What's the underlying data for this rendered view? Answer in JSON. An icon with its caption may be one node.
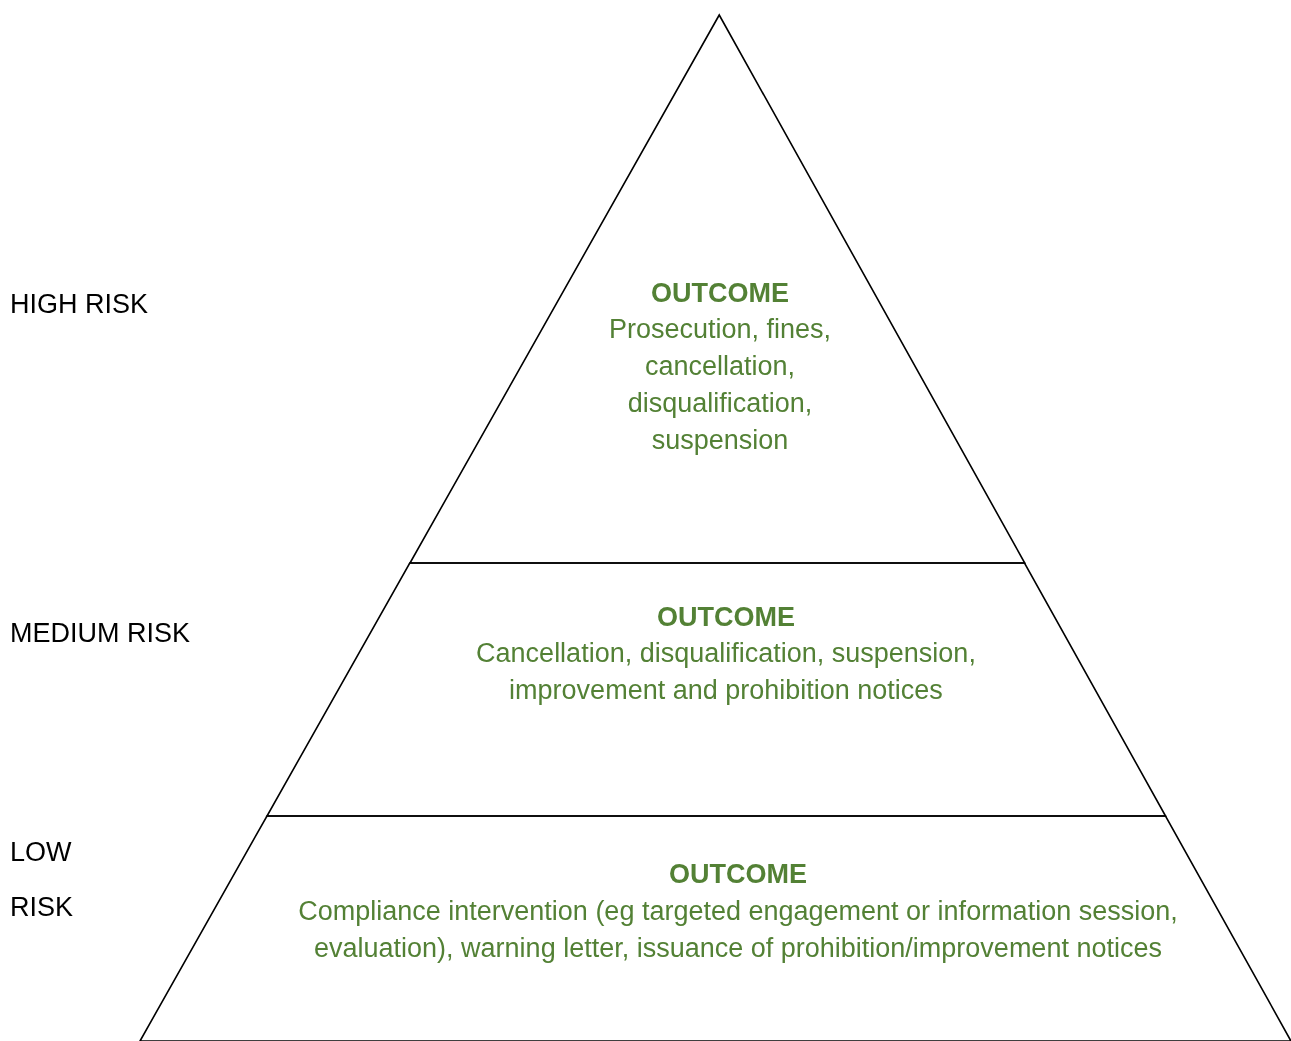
{
  "diagram": {
    "nodes": [
      {
        "text": [
          "OUTCOME",
          "Prosecution, fines, cancellation, disqualification, suspension"
        ]
      },
      {
        "text": [
          "OUTCOME",
          "Cancellation, disqualification, suspension, improvement and prohibition notices"
        ]
      },
      {
        "text": [
          "OUTCOME",
          "Compliance intervention (eg targeted engagement or information session, evaluation), warning letter, issuance of prohibition/improvement notices"
        ]
      }
    ],
    "edges": [],
    "labels": [
      "HIGH RISK",
      "MEDIUM RISK",
      "LOW RISK"
    ]
  }
}
